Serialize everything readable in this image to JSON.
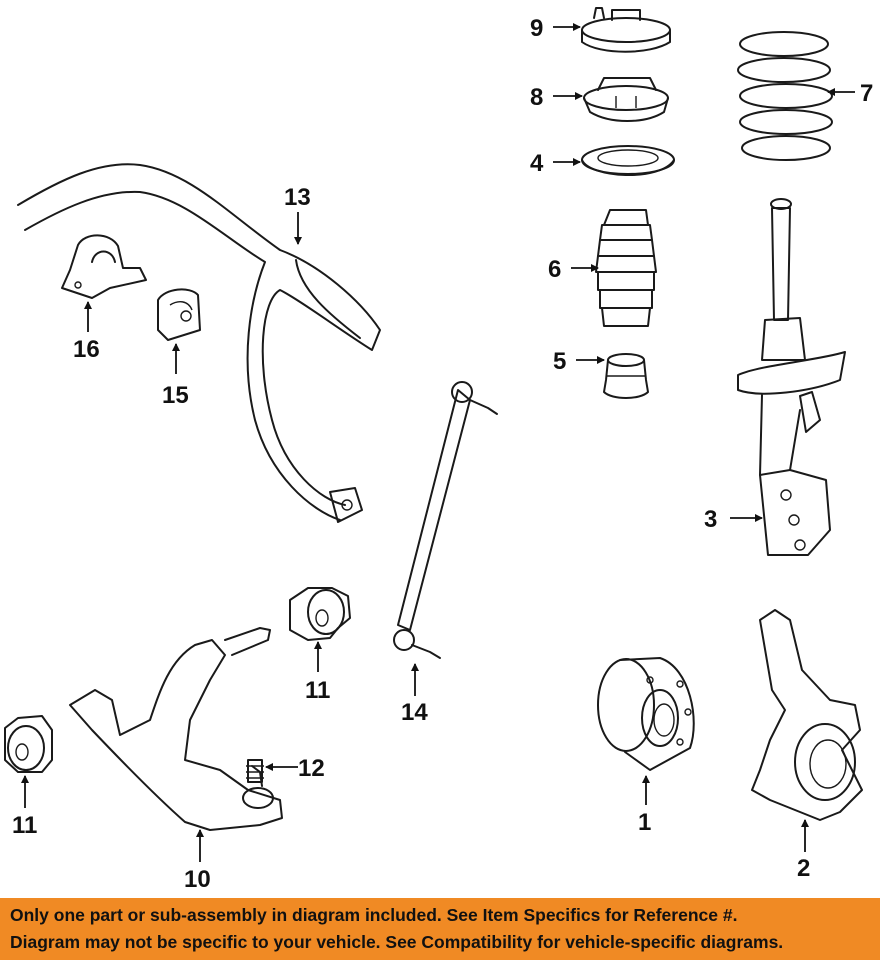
{
  "callouts": {
    "c1": "1",
    "c2": "2",
    "c3": "3",
    "c4": "4",
    "c5": "5",
    "c6": "6",
    "c7": "7",
    "c8": "8",
    "c9": "9",
    "c10": "10",
    "c11a": "11",
    "c11b": "11",
    "c12": "12",
    "c13": "13",
    "c14": "14",
    "c15": "15",
    "c16": "16"
  },
  "footer": {
    "line1": "Only one part or sub-assembly in diagram included. See Item Specifics for Reference #.",
    "line2": "Diagram may not be specific to your vehicle. See Compatibility for vehicle-specific diagrams."
  },
  "colors": {
    "banner": "#f08a24",
    "line": "#1a1a1a",
    "background": "#ffffff"
  }
}
